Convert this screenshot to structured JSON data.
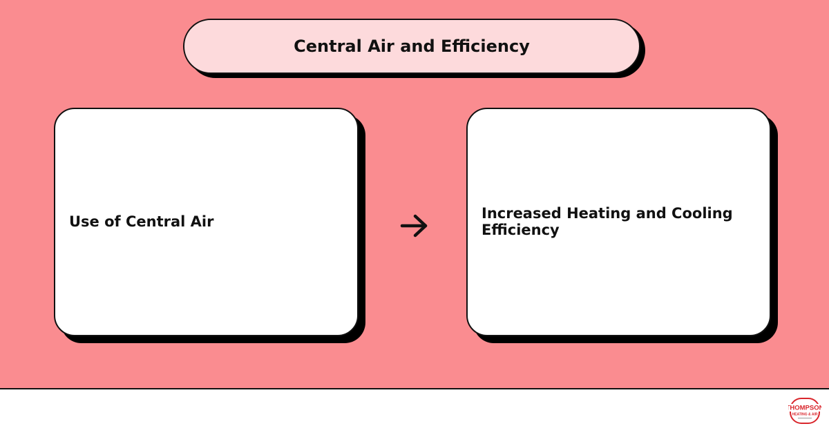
{
  "title": "Central Air and Efficiency",
  "diagram": {
    "left_box": "Use of Central Air",
    "right_box": "Increased Heating and Cooling Efficiency"
  },
  "logo": {
    "line1": "THOMPSON",
    "line2": "HEATING & AIR"
  },
  "colors": {
    "background": "#fa8c90",
    "title_fill": "#fddadc",
    "box_fill": "#ffffff",
    "outline": "#111111",
    "logo_red": "#d9262c"
  },
  "icons": {
    "connector": "arrow-right-icon",
    "brand": "thompson-logo-icon"
  }
}
